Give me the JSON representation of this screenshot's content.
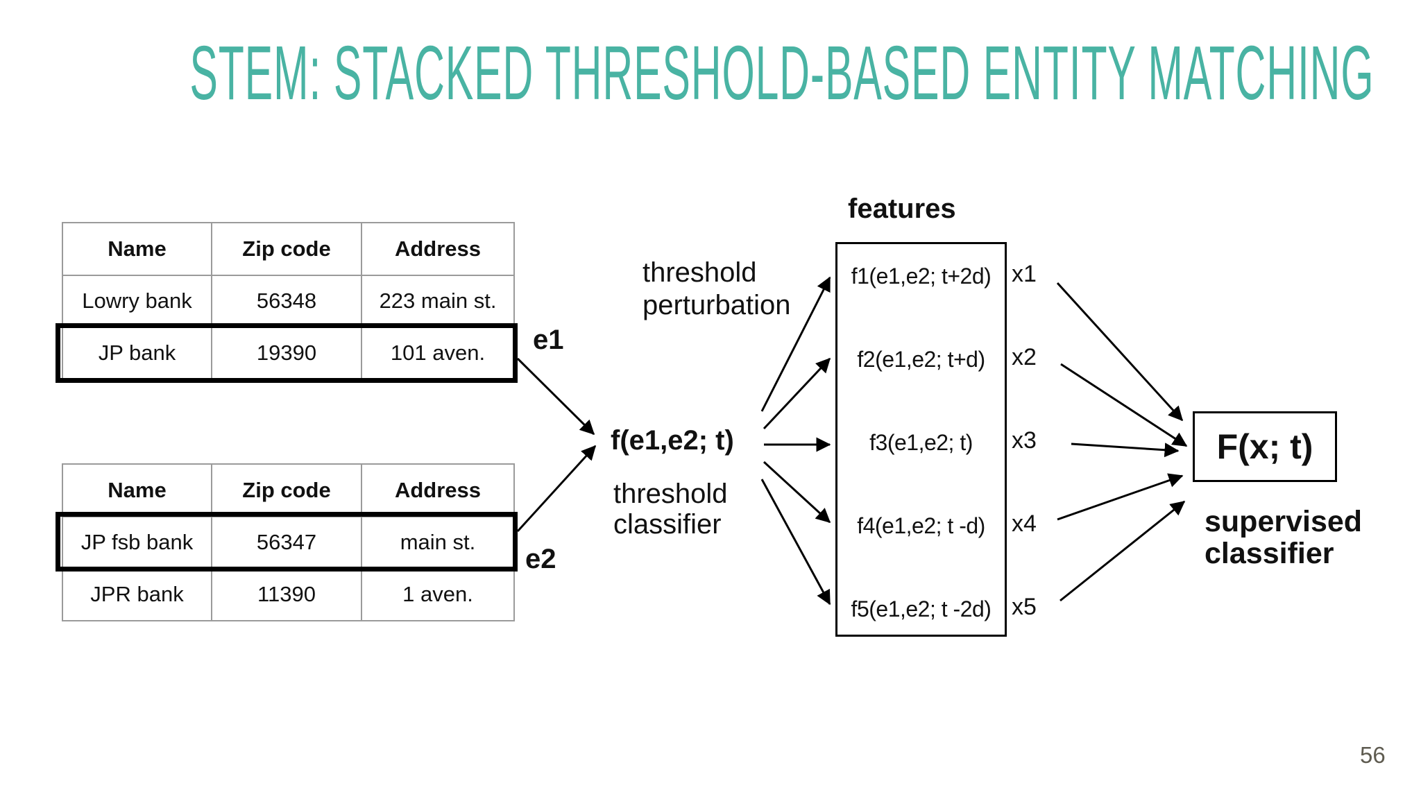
{
  "title": "STEM: STACKED THRESHOLD-BASED ENTITY MATCHING",
  "page_number": "56",
  "colors": {
    "title-color": "#49b3a3",
    "text-color": "#111111",
    "table-border": "#9a9a9a",
    "highlight-border": "#000000",
    "page-num-color": "#5e5b50"
  },
  "tables": {
    "table1": {
      "headers": [
        "Name",
        "Zip code",
        "Address"
      ],
      "rows": [
        [
          "Lowry bank",
          "56348",
          "223 main st."
        ],
        [
          "JP bank",
          "19390",
          "101 aven."
        ]
      ],
      "highlighted_row_index": 1,
      "entity_label": "e1"
    },
    "table2": {
      "headers": [
        "Name",
        "Zip code",
        "Address"
      ],
      "rows": [
        [
          "JP fsb bank",
          "56347",
          "main st."
        ],
        [
          "JPR bank",
          "11390",
          "1 aven."
        ]
      ],
      "highlighted_row_index": 0,
      "entity_label": "e2"
    }
  },
  "threshold": {
    "perturbation_label": [
      "threshold",
      "perturbation"
    ],
    "classifier_formula": "f(e1,e2; t)",
    "classifier_label": [
      "threshold",
      "classifier"
    ]
  },
  "features": {
    "title": "features",
    "items": [
      {
        "formula": "f1(e1,e2; t+2d)",
        "output": "x1"
      },
      {
        "formula": "f2(e1,e2; t+d)",
        "output": "x2"
      },
      {
        "formula": "f3(e1,e2; t)",
        "output": "x3"
      },
      {
        "formula": "f4(e1,e2; t -d)",
        "output": "x4"
      },
      {
        "formula": "f5(e1,e2; t -2d)",
        "output": "x5"
      }
    ]
  },
  "supervised": {
    "formula": "F(x; t)",
    "label": [
      "supervised",
      "classifier"
    ]
  }
}
